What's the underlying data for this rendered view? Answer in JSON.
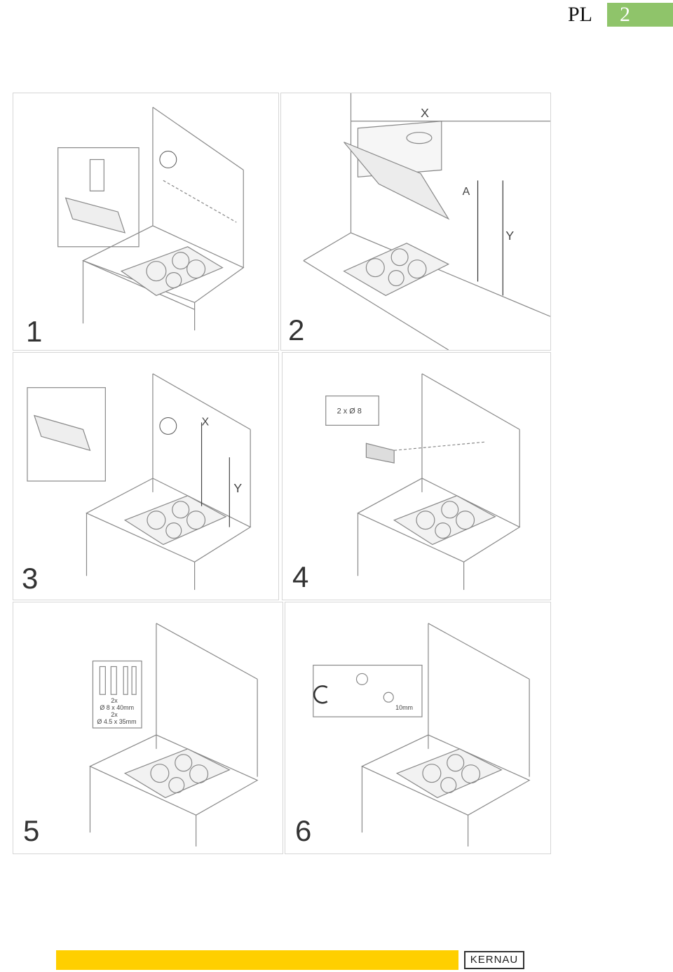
{
  "header": {
    "language": "PL",
    "page_number": "2"
  },
  "steps": [
    {
      "number": "1"
    },
    {
      "number": "2",
      "labels": {
        "x": "X",
        "a": "A",
        "y": "Y"
      }
    },
    {
      "number": "3",
      "labels": {
        "x": "X",
        "y": "Y"
      }
    },
    {
      "number": "4",
      "labels": {
        "drill": "2 x Ø 8"
      }
    },
    {
      "number": "5",
      "labels": {
        "line1": "2x",
        "line2": "Ø 8 x 40mm",
        "line3": "2x",
        "line4": "Ø 4.5 x 35mm"
      }
    },
    {
      "number": "6",
      "labels": {
        "dist": "10mm"
      }
    }
  ],
  "footer": {
    "brand": "KERNAU",
    "accent_color": "#ffcf00"
  }
}
